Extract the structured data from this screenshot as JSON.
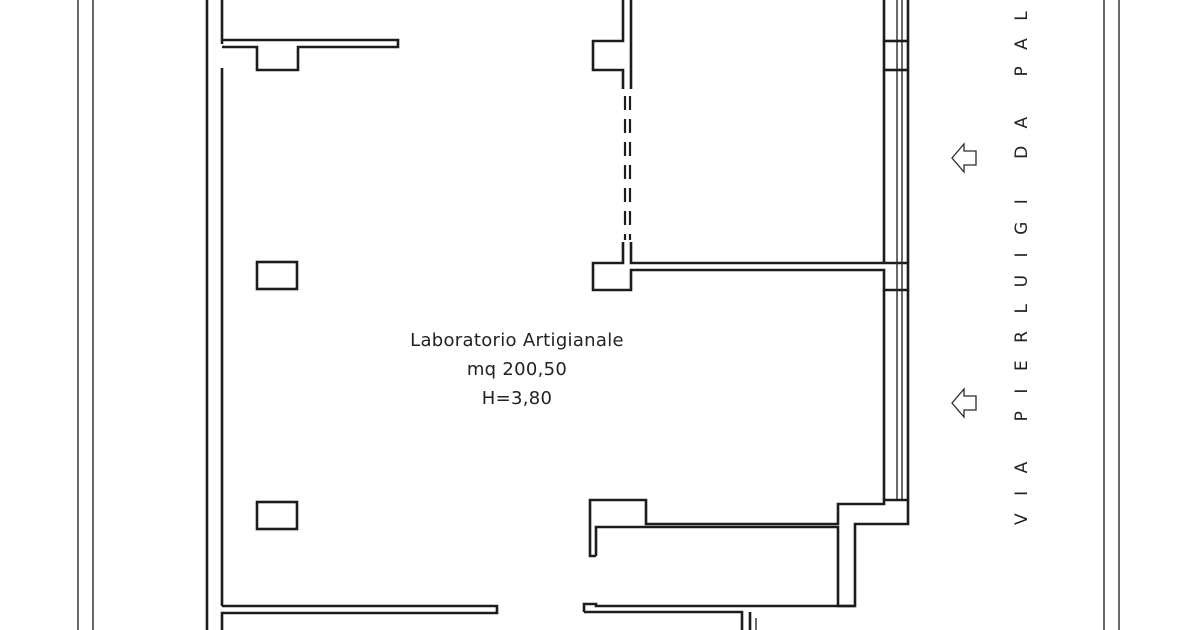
{
  "room": {
    "name": "Laboratorio Artigianale",
    "area": "mq 200,50",
    "height": "H=3,80"
  },
  "street": {
    "label": "VIA PIERLUIGI DA PALE"
  },
  "icons": {
    "direction_arrow": "arrow-left-icon"
  },
  "colors": {
    "line": "#1c1c1c",
    "background": "#ffffff"
  }
}
